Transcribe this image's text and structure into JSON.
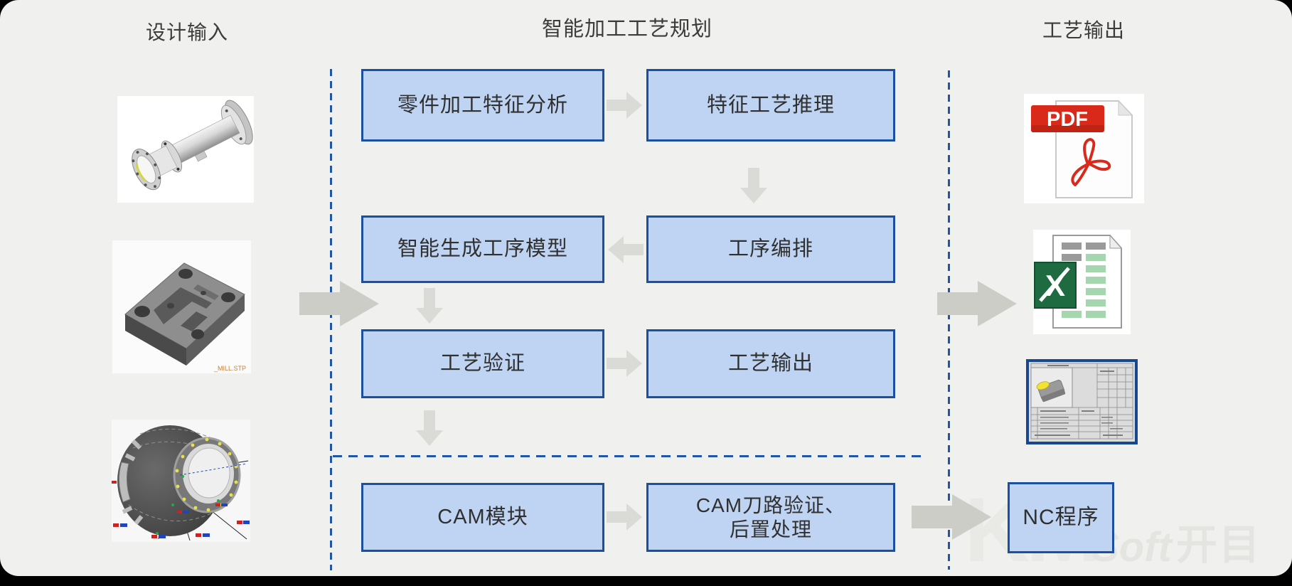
{
  "headers": {
    "left": "设计输入",
    "center": "智能加工工艺规划",
    "right": "工艺输出"
  },
  "design_inputs": {
    "shaft_model": "shaft-cad-model",
    "block_model": "block-cad-model",
    "block_caption": "_MILL.STP",
    "casing_model": "casing-cad-model"
  },
  "flow": {
    "boxes": [
      {
        "id": "feature-analysis",
        "label": "零件加工特征分析"
      },
      {
        "id": "feature-process-reasoning",
        "label": "特征工艺推理"
      },
      {
        "id": "generate-operation-model",
        "label": "智能生成工序模型"
      },
      {
        "id": "operation-sequencing",
        "label": "工序编排"
      },
      {
        "id": "process-verification",
        "label": "工艺验证"
      },
      {
        "id": "process-output-box",
        "label": "工艺输出"
      },
      {
        "id": "cam-module",
        "label": "CAM模块"
      },
      {
        "id": "cam-toolpath",
        "label_line1": "CAM刀路验证、",
        "label_line2": "后置处理"
      }
    ]
  },
  "outputs": {
    "pdf_label": "PDF",
    "nc_label": "NC程序"
  },
  "watermark": {
    "km": "KM",
    "soft": "Soft",
    "kaimu": "开目"
  },
  "colors": {
    "slide_bg": "#F0F0EE",
    "box_fill": "#BFD4F2",
    "box_border": "#1B4FA0",
    "dashed_line": "#2156A6",
    "small_arrow": "#DADAD6",
    "big_arrow": "#CDCDC8",
    "pdf_red": "#D9291B",
    "excel_green": "#1E6B41",
    "title_text": "#3C3C3C"
  }
}
